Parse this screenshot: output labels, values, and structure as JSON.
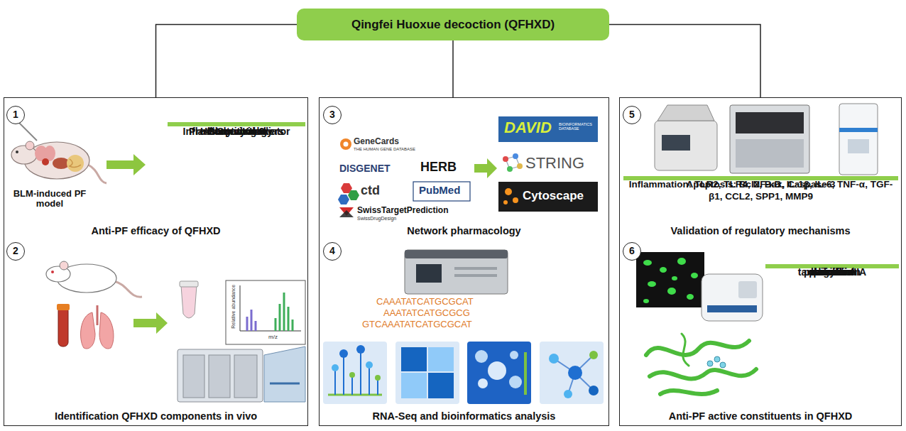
{
  "diagram": {
    "nodes": [
      {
        "text": [
          "Qingfei Huoxue decoction (QFHXD)"
        ]
      },
      {
        "text": [
          "Anti-PF efficacy of QFHXD",
          "Identification QFHXD components in vivo"
        ]
      },
      {
        "text": [
          "1"
        ],
        "in": 1
      },
      {
        "text": [
          "Body weight",
          "Survival",
          "Histopathology",
          "Pro-fibrotic markers",
          "Inflammatory mediator",
          "Serum KL-6"
        ],
        "in": 1
      },
      {
        "text": [
          "2"
        ],
        "in": 1
      },
      {
        "text": [
          "Network pharmacology",
          "RNA-Seq and bioinformatics analysis"
        ]
      },
      {
        "text": [
          "3"
        ],
        "in": 5
      },
      {
        "text": [
          "4"
        ],
        "in": 5
      },
      {
        "text": [
          "Validation of regulatory mechanisms",
          "Anti-PF active constituents in QFHXD"
        ]
      },
      {
        "text": [
          "5"
        ],
        "in": 8
      },
      {
        "text": [
          "Inflammation: TLR2, TLR4, NF-κB, IL-1β, IL-6, TNF-α, TGF-β1, CCL2, SPP1, MMP9",
          "Apoptosis: Bcl2, Bax, Caspase-3"
        ],
        "in": 8
      },
      {
        "text": [
          "6"
        ],
        "in": 8
      },
      {
        "text": [
          "loganin",
          "baicalein",
          "baicalin",
          "oroxylin A",
          "peimine",
          "peiminine",
          "tanshinone IIA",
          "nobiletin",
          "paeoniflorin"
        ],
        "in": 8
      }
    ],
    "edges": [
      {
        "from": 0,
        "to": 1,
        "arrow": "none"
      },
      {
        "from": 0,
        "to": 5,
        "arrow": "none"
      },
      {
        "from": 0,
        "to": 8,
        "arrow": "none"
      }
    ],
    "labels": [
      "BLM-induced PF model",
      "Relative abundance",
      "m/z",
      "GeneCards",
      "THE HUMAN GENE DATABASE",
      "DISGENET",
      "HERB",
      "ctd",
      "PubMed",
      "SwissTargetPrediction",
      "SwissDrugDesign",
      "DAVID",
      "BIOINFORMATICS DATABASE",
      "STRING",
      "Cytoscape",
      "CAAATATCATGCGCAT",
      "AAATATCATGCGCG",
      "GTCAAATATCATGCGCAT"
    ]
  }
}
